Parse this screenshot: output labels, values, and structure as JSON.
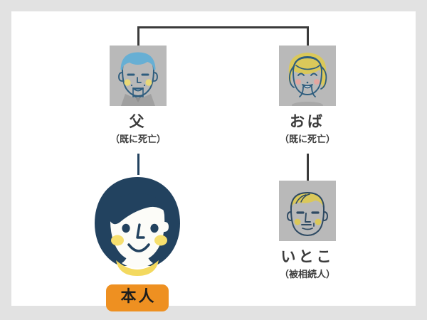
{
  "diagram": {
    "title": "family-relationship-chart",
    "background_color": "#ffffff",
    "border_color": "#e2e2e2",
    "line_color": "#3b3b3b",
    "accent_color": "#ee9021",
    "navy_color": "#22425f",
    "photo_background": "#b9b9b9"
  },
  "people": {
    "father": {
      "name": "父",
      "note": "（既に死亡）",
      "portrait": "elderly-man-blue-hair-portrait"
    },
    "aunt": {
      "name": "おば",
      "note": "（既に死亡）",
      "portrait": "elderly-woman-blonde-hair-portrait"
    },
    "cousin": {
      "name": "いとこ",
      "note": "（被相続人）",
      "portrait": "man-blonde-hair-portrait"
    },
    "self": {
      "badge": "本人",
      "portrait": "woman-navy-bob-hair-portrait"
    }
  },
  "connectors": {
    "sibling_bracket": "father-aunt-sibling-link",
    "father_to_self": "father-child-link",
    "aunt_to_cousin": "aunt-child-link"
  }
}
